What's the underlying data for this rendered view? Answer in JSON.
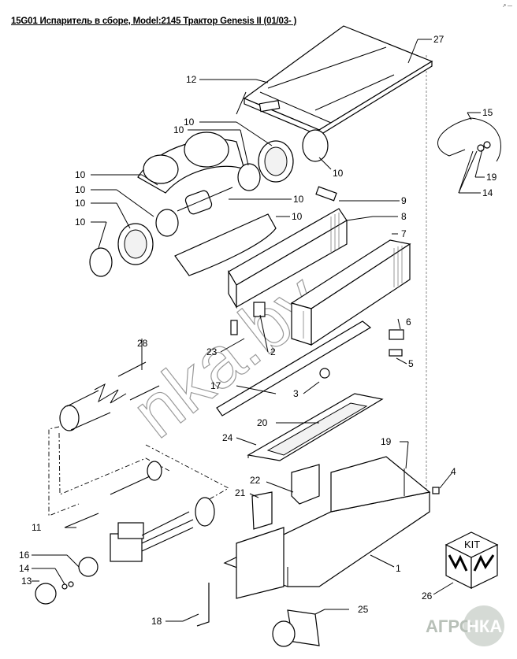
{
  "header": {
    "title": "15G01 Испаритель в сборе, Model:2145 Трактор Genesis II (01/03- )",
    "corner_mark": "↗ —"
  },
  "diagram": {
    "callouts": {
      "c1": "1",
      "c2": "2",
      "c3": "3",
      "c4": "4",
      "c5": "5",
      "c6": "6",
      "c7": "7",
      "c8": "8",
      "c9": "9",
      "c10a": "10",
      "c10b": "10",
      "c10c": "10",
      "c10d": "10",
      "c10e": "10",
      "c10f": "10",
      "c10g": "10",
      "c10h": "10",
      "c10i": "10",
      "c11": "11",
      "c12": "12",
      "c13": "13",
      "c14a": "14",
      "c14b": "14",
      "c15": "15",
      "c16": "16",
      "c17": "17",
      "c18": "18",
      "c19a": "19",
      "c19b": "19",
      "c20": "20",
      "c21": "21",
      "c22": "22",
      "c23": "23",
      "c24": "24",
      "c25": "25",
      "c26": "26",
      "c27": "27",
      "c28": "28"
    },
    "kit_label": "KIT",
    "watermark": "nka.by",
    "logo": {
      "left": "АГРО",
      "right": "НКА"
    }
  }
}
